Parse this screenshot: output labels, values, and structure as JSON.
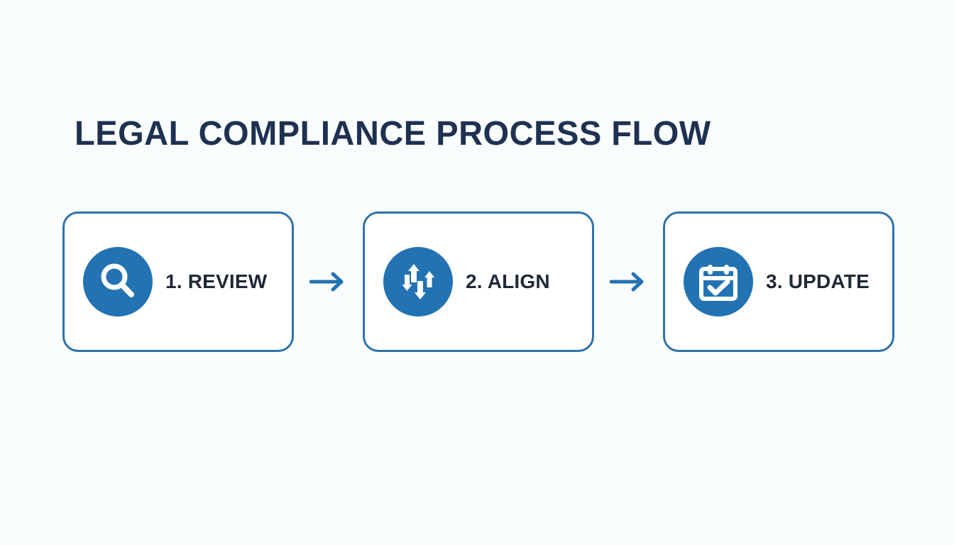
{
  "page": {
    "title": "LEGAL COMPLIANCE PROCESS FLOW",
    "background_color": "#fafdfe",
    "title_color": "#1f3151"
  },
  "theme": {
    "card_border_color": "#2e72ad",
    "card_background": "#ffffff",
    "icon_circle_color": "#2272b4",
    "icon_glyph_color": "#ffffff",
    "label_color": "#1f2937",
    "arrow_color": "#2272b4"
  },
  "flow": {
    "steps": [
      {
        "label": "1. REVIEW",
        "icon": "magnifier-icon"
      },
      {
        "label": "2. ALIGN",
        "icon": "four-arrows-align-icon"
      },
      {
        "label": "3. UPDATE",
        "icon": "calendar-check-icon"
      }
    ],
    "connectors": [
      {
        "icon": "arrow-right-icon"
      },
      {
        "icon": "arrow-right-icon"
      }
    ]
  }
}
